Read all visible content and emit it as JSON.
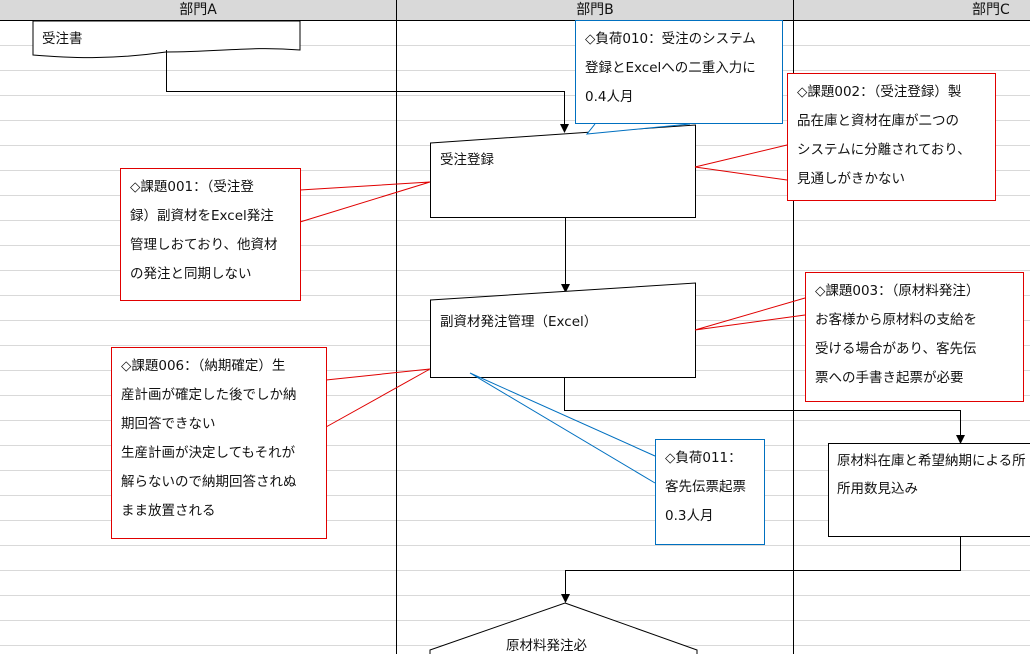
{
  "lanes": [
    "部門A",
    "部門B",
    "部門C"
  ],
  "shapes": {
    "order_doc": "受注書",
    "order_entry": "受注登録",
    "sub_material": "副資材発注管理（Excel）",
    "estimate_1": "原材料在庫と希望納期による所",
    "estimate_2": "所用数見込み",
    "decision": "原材料発注必"
  },
  "callouts": {
    "load010": [
      "◇負荷010：受注のシステム",
      "登録とExcelへの二重入力に",
      "0.4人月"
    ],
    "issue002": [
      "◇課題002：（受注登録）製",
      "品在庫と資材在庫が二つの",
      "システムに分離されており、",
      "見通しがきかない"
    ],
    "issue001": [
      "◇課題001：（受注登",
      "録）副資材をExcel発注",
      "管理しおており、他資材",
      "の発注と同期しない"
    ],
    "issue003": [
      "◇課題003：（原材料発注）",
      "お客様から原材料の支給を",
      "受ける場合があり、客先伝",
      "票への手書き起票が必要"
    ],
    "issue006": [
      "◇課題006：（納期確定）生",
      "産計画が確定した後でしか納",
      "期回答できない",
      "生産計画が決定してもそれが",
      "解らないので納期回答されぬ",
      "まま放置される"
    ],
    "load011": [
      "◇負荷011：",
      "客先伝票起票",
      "0.3人月"
    ]
  },
  "colors": {
    "issue": "#e00000",
    "load": "#0070c0"
  }
}
